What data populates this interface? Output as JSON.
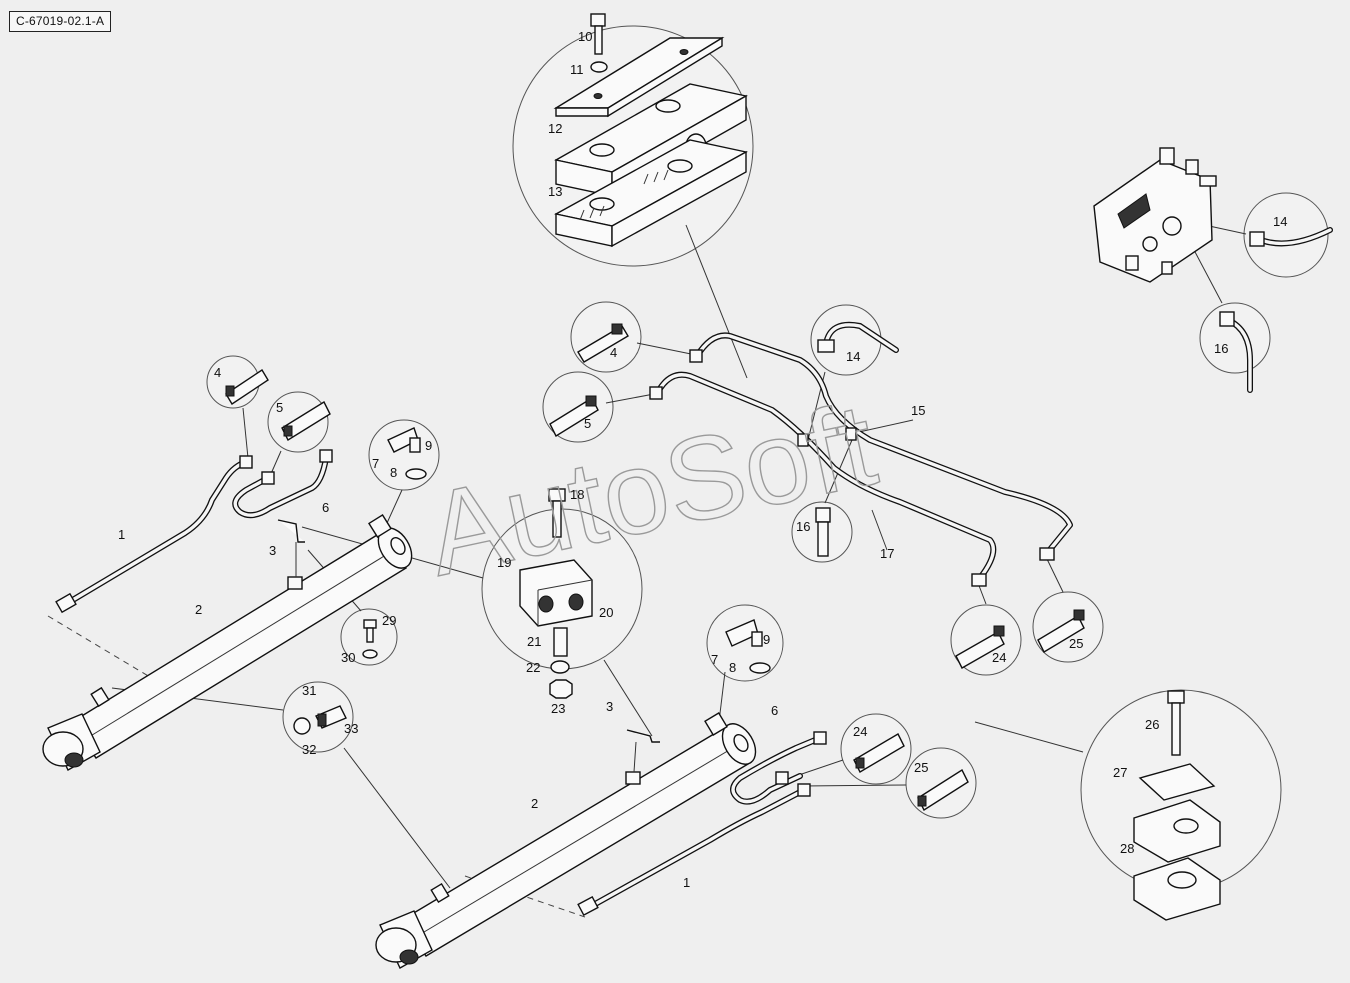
{
  "reference_code": "C-67019-02.1-A",
  "watermark": "AutoSoft",
  "callouts": {
    "c1a": "1",
    "c1b": "1",
    "c2a": "2",
    "c2b": "2",
    "c3a": "3",
    "c3b": "3",
    "c4a": "4",
    "c4b": "4",
    "c5a": "5",
    "c5b": "5",
    "c6a": "6",
    "c6b": "6",
    "c7a": "7",
    "c7b": "7",
    "c8a": "8",
    "c8b": "8",
    "c9a": "9",
    "c9b": "9",
    "c10": "10",
    "c11": "11",
    "c12": "12",
    "c13": "13",
    "c14a": "14",
    "c14b": "14",
    "c15": "15",
    "c16a": "16",
    "c16b": "16",
    "c17": "17",
    "c18": "18",
    "c19": "19",
    "c20": "20",
    "c21": "21",
    "c22": "22",
    "c23": "23",
    "c24a": "24",
    "c24b": "24",
    "c25a": "25",
    "c25b": "25",
    "c26": "26",
    "c27": "27",
    "c28": "28",
    "c29": "29",
    "c30": "30",
    "c31": "31",
    "c32": "32",
    "c33": "33"
  }
}
